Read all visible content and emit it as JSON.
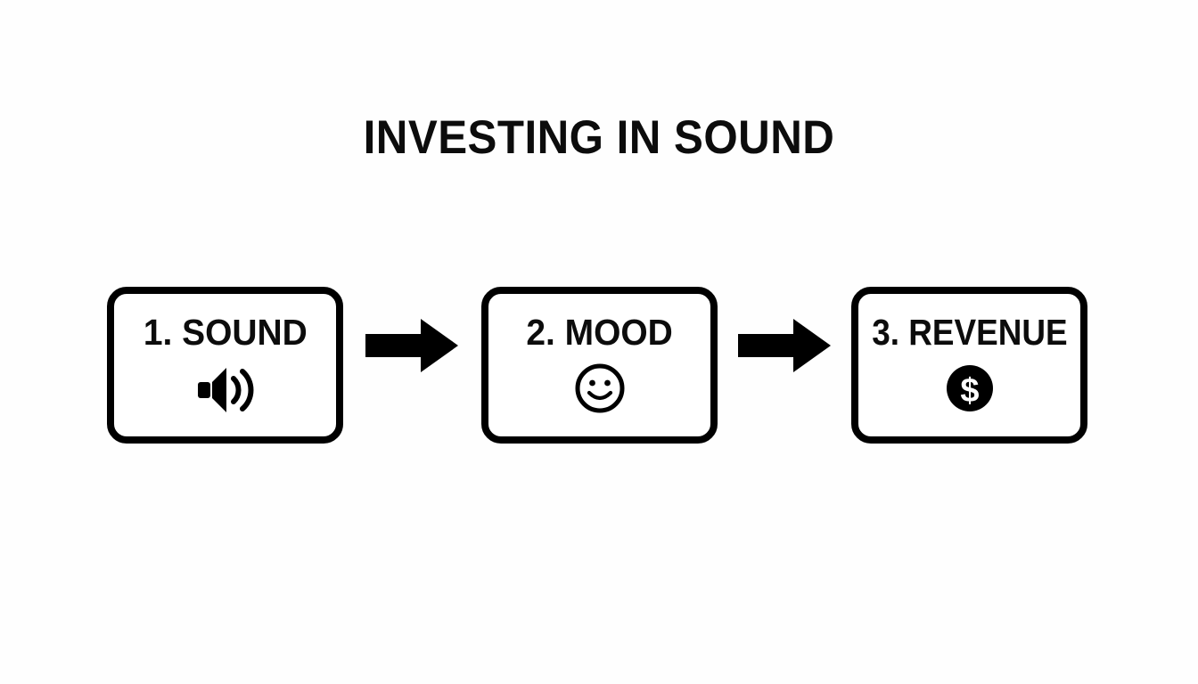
{
  "page": {
    "title": "INVESTING IN SOUND",
    "background_color": "#ffffff",
    "ink_color": "#000000"
  },
  "diagram": {
    "type": "horizontal-flow",
    "step_count": 3,
    "connector_count": 2,
    "connector_symbol": "right-arrow",
    "steps": [
      {
        "index": "1",
        "label": "1. SOUND",
        "name": "SOUND",
        "icon": "speaker-icon",
        "icon_description": "speaker with sound waves"
      },
      {
        "index": "2",
        "label": "2. MOOD",
        "name": "MOOD",
        "icon": "smiley-face-icon",
        "icon_description": "outlined smiling face"
      },
      {
        "index": "3",
        "label": "3. REVENUE",
        "name": "REVENUE",
        "icon": "dollar-coin-icon",
        "icon_description": "filled circle with dollar sign"
      }
    ],
    "connectors": [
      {
        "from": "1. SOUND",
        "to": "2. MOOD",
        "icon": "right-arrow-icon"
      },
      {
        "from": "2. MOOD",
        "to": "3. REVENUE",
        "icon": "right-arrow-icon"
      }
    ]
  }
}
